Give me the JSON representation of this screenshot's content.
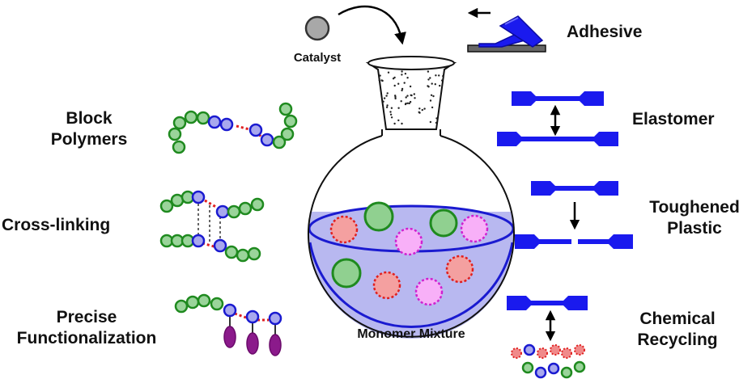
{
  "catalyst": {
    "label": "Catalyst"
  },
  "flask": {
    "label": "Monomer Mixture"
  },
  "left_applications": [
    {
      "key": "block",
      "lines": [
        "Block",
        "Polymers"
      ]
    },
    {
      "key": "crosslink",
      "lines": [
        "Cross-linking"
      ]
    },
    {
      "key": "functional",
      "lines": [
        "Precise",
        "Functionalization"
      ]
    }
  ],
  "right_applications": [
    {
      "key": "adhesive",
      "lines": [
        "Adhesive"
      ]
    },
    {
      "key": "elastomer",
      "lines": [
        "Elastomer"
      ]
    },
    {
      "key": "toughened",
      "lines": [
        "Toughened",
        "Plastic"
      ]
    },
    {
      "key": "recycling",
      "lines": [
        "Chemical",
        "Recycling"
      ]
    }
  ],
  "colors": {
    "green_bead": "#4ab04a",
    "green_bead_stroke": "#1f8a1f",
    "blue_bead": "#a8a8ee",
    "blue_bead_stroke": "#1a1ad0",
    "red_link": "#f08a8a",
    "red_stroke": "#e02020",
    "magenta": "#f4a0f4",
    "magenta_stroke": "#d020d0",
    "purple_pendant": "#8b1a8b",
    "specimen_blue": "#1a1aee",
    "liquid": "#b8b8f0",
    "catalyst_gray": "#a8a8a8"
  }
}
